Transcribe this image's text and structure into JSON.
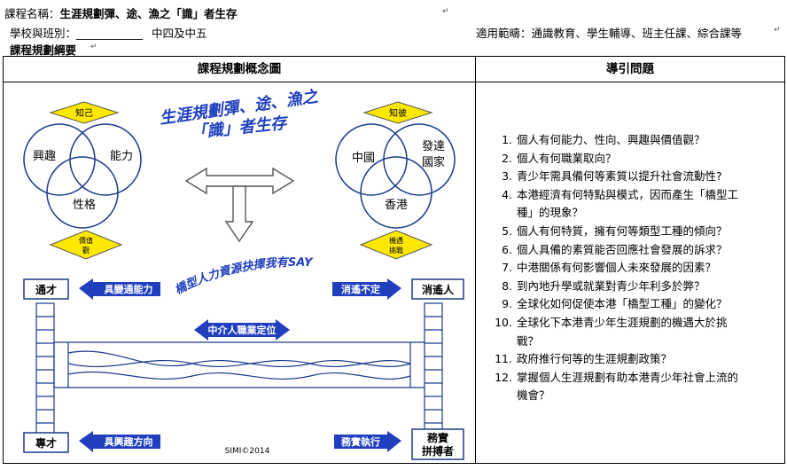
{
  "header": {
    "course_name_label": "課程名稱：",
    "course_name": "生涯規劃彈、途、漁之「識」者生存",
    "school_class_label": "學校與班別：____________",
    "grades": "中四及中五",
    "scope_label": "適用範疇：",
    "scope": "通識教育、學生輔導、班主任課、綜合課等",
    "outline_heading": "課程規劃綱要"
  },
  "table": {
    "left_header": "課程規劃概念圖",
    "right_header": "導引問題"
  },
  "diagram": {
    "title_line1": "生涯規劃彈、途、漁之",
    "title_line2": "「識」者生存",
    "left_top_diamond": "知己",
    "left_circles": [
      "興趣",
      "能力",
      "性格"
    ],
    "left_bottom_diamond": [
      "價值",
      "觀"
    ],
    "right_top_diamond": "知彼",
    "right_circles": [
      "中國",
      "發達",
      "國家",
      "香港"
    ],
    "right_bottom_diamond": [
      "機遇",
      "挑戰"
    ],
    "curved_text": "橋型人力資源抉擇我有SAY",
    "box_top_left": "通才",
    "box_top_right": "消遙人",
    "box_bottom_left": "專才",
    "box_bottom_right": [
      "務實",
      "拼搏者"
    ],
    "arrow_tl": "具變通能力",
    "arrow_tr": "消遙不定",
    "arrow_mid": "中介人職業定位",
    "arrow_bl": "具興趣方向",
    "arrow_br": "務實執行",
    "copyright": "SIMI©2014",
    "colors": {
      "blue": "#1f3fbf",
      "yellow": "#ffe800",
      "navy": "#1b3a8c",
      "text_blue": "#1f3fbf"
    }
  },
  "questions": [
    {
      "n": "1.",
      "line1": "個人有何能力、性向、興趣與價值觀？",
      "line2": ""
    },
    {
      "n": "2.",
      "line1": "個人有何職業取向？",
      "line2": ""
    },
    {
      "n": "3.",
      "line1": "青少年需具備何等素質以提升社會流動性?",
      "line2": ""
    },
    {
      "n": "4.",
      "line1": "本港經濟有何特點與模式，因而產生「橋型工",
      "line2": "種」的現象？"
    },
    {
      "n": "5.",
      "line1": "個人有何特質，擁有何等類型工種的傾向？",
      "line2": ""
    },
    {
      "n": "6.",
      "line1": "個人具備的素質能否回應社會發展的訴求？",
      "line2": ""
    },
    {
      "n": "7.",
      "line1": "中港關係有何影響個人未來發展的因素？",
      "line2": ""
    },
    {
      "n": "8.",
      "line1": "到內地升學或就業對青少年利多於弊？",
      "line2": ""
    },
    {
      "n": "9.",
      "line1": "全球化如何促使本港「橋型工種」的變化？",
      "line2": ""
    },
    {
      "n": "10.",
      "line1": "全球化下本港青少年生涯規劃的機遇大於挑",
      "line2": "戰？"
    },
    {
      "n": "11.",
      "line1": "政府推行何等的生涯規劃政策？",
      "line2": ""
    },
    {
      "n": "12.",
      "line1": "掌握個人生涯規劃有助本港青少年社會上流的",
      "line2": "機會？"
    }
  ]
}
